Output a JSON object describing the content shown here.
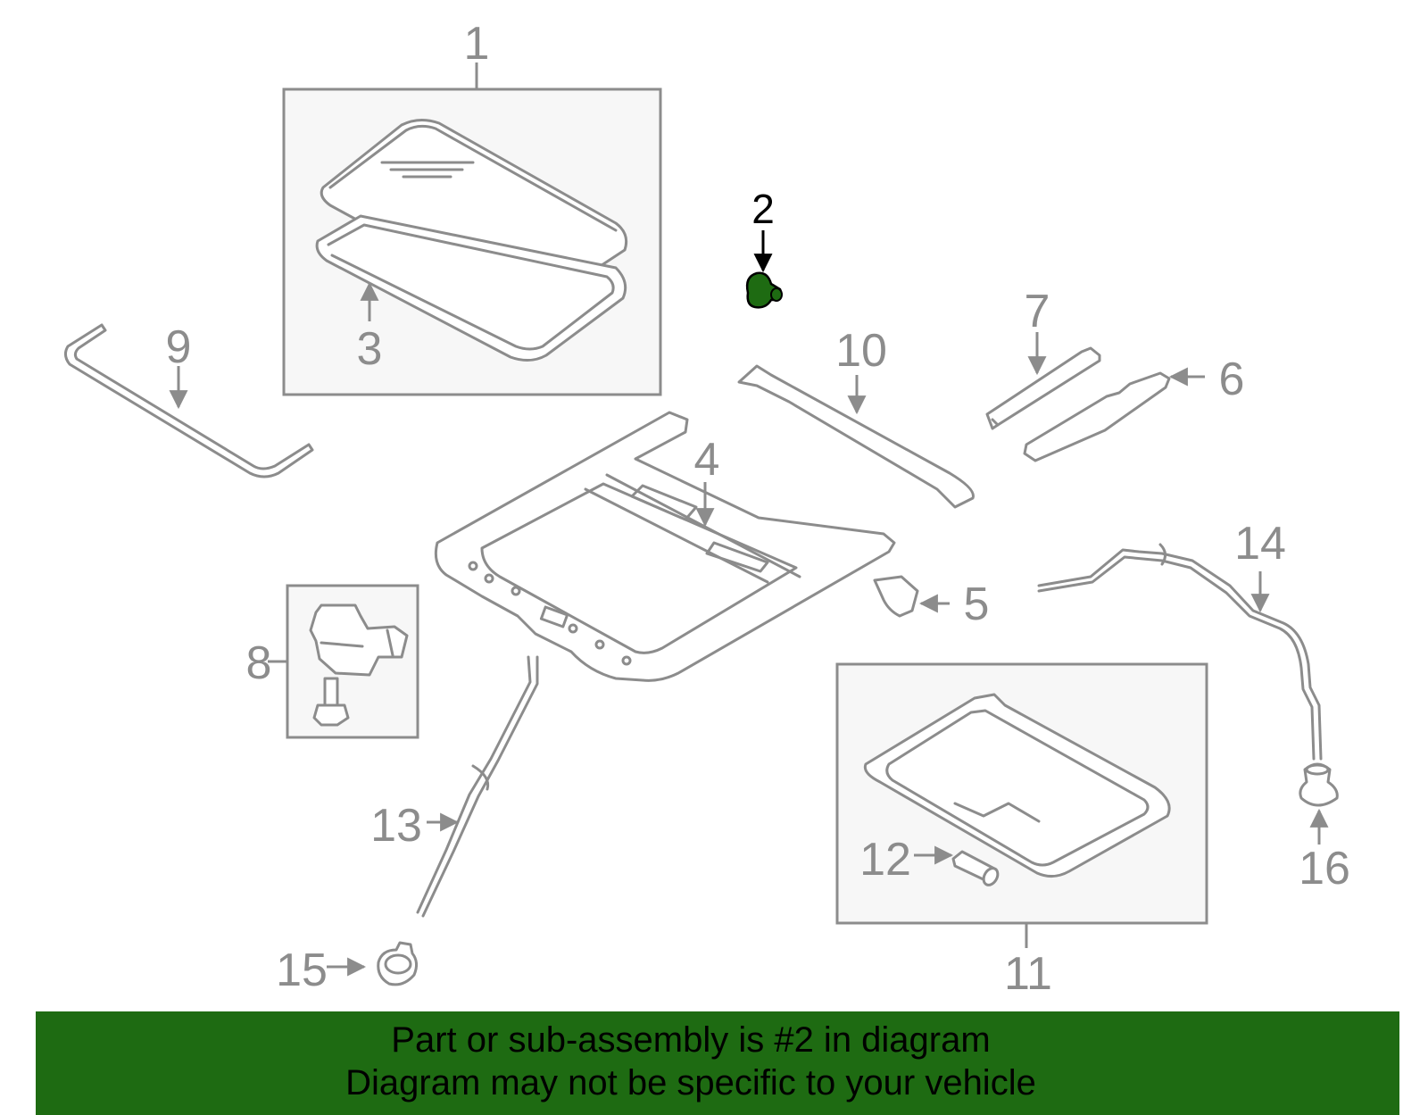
{
  "callouts": {
    "c1": "1",
    "c2": "2",
    "c3": "3",
    "c4": "4",
    "c5": "5",
    "c6": "6",
    "c7": "7",
    "c8": "8",
    "c9": "9",
    "c10": "10",
    "c11": "11",
    "c12": "12",
    "c13": "13",
    "c14": "14",
    "c15": "15",
    "c16": "16"
  },
  "highlight": {
    "part": "2",
    "color": "#1e6b12",
    "label_color": "#000000"
  },
  "colors": {
    "line": "#8c8c8c",
    "box_fill": "#f7f7f7",
    "banner": "#1e6b12"
  },
  "banner": {
    "line1": "Part or sub-assembly is #2 in diagram",
    "line2": "Diagram may not be specific to your vehicle"
  }
}
